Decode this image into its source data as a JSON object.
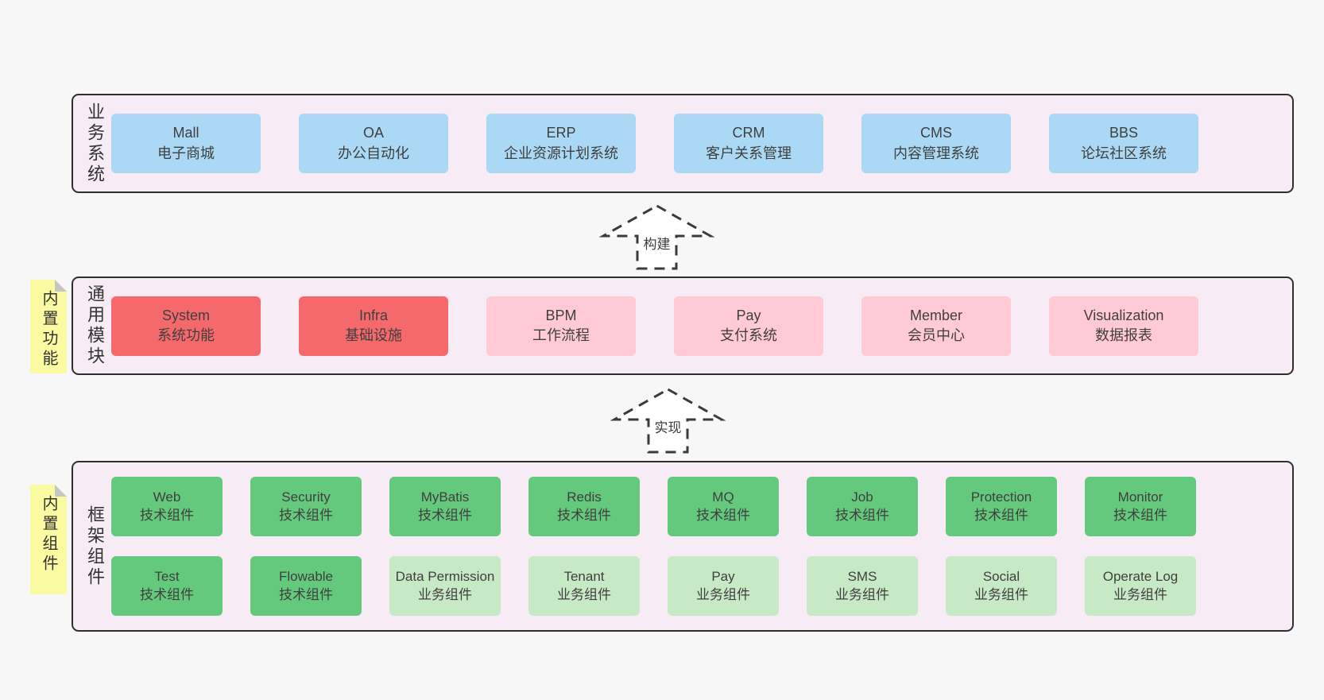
{
  "colors": {
    "page_bg": "#f7f7f7",
    "panel_fill": "#f7ecf5",
    "panel_border": "#2e2e2e",
    "blue": "#abd9f5",
    "red": "#f5696d",
    "pink": "#ffcad3",
    "green": "#65c97d",
    "light_green": "#c8e9c6",
    "note_yellow": "#fafaa2"
  },
  "layers": {
    "business": {
      "label": "业务系统",
      "boxes": [
        {
          "title": "Mall",
          "subtitle": "电子商城"
        },
        {
          "title": "OA",
          "subtitle": "办公自动化"
        },
        {
          "title": "ERP",
          "subtitle": "企业资源计划系统"
        },
        {
          "title": "CRM",
          "subtitle": "客户关系管理"
        },
        {
          "title": "CMS",
          "subtitle": "内容管理系统"
        },
        {
          "title": "BBS",
          "subtitle": "论坛社区系统"
        }
      ]
    },
    "modules": {
      "label": "通用模块",
      "note": "内置功能",
      "boxes": [
        {
          "title": "System",
          "subtitle": "系统功能"
        },
        {
          "title": "Infra",
          "subtitle": "基础设施"
        },
        {
          "title": "BPM",
          "subtitle": "工作流程"
        },
        {
          "title": "Pay",
          "subtitle": "支付系统"
        },
        {
          "title": "Member",
          "subtitle": "会员中心"
        },
        {
          "title": "Visualization",
          "subtitle": "数据报表"
        }
      ]
    },
    "framework": {
      "label": "框架组件",
      "note": "内置组件",
      "rows": [
        [
          {
            "title": "Web",
            "subtitle": "技术组件"
          },
          {
            "title": "Security",
            "subtitle": "技术组件"
          },
          {
            "title": "MyBatis",
            "subtitle": "技术组件"
          },
          {
            "title": "Redis",
            "subtitle": "技术组件"
          },
          {
            "title": "MQ",
            "subtitle": "技术组件"
          },
          {
            "title": "Job",
            "subtitle": "技术组件"
          },
          {
            "title": "Protection",
            "subtitle": "技术组件"
          },
          {
            "title": "Monitor",
            "subtitle": "技术组件"
          }
        ],
        [
          {
            "title": "Test",
            "subtitle": "技术组件"
          },
          {
            "title": "Flowable",
            "subtitle": "技术组件"
          },
          {
            "title": "Data Permission",
            "subtitle": "业务组件"
          },
          {
            "title": "Tenant",
            "subtitle": "业务组件"
          },
          {
            "title": "Pay",
            "subtitle": "业务组件"
          },
          {
            "title": "SMS",
            "subtitle": "业务组件"
          },
          {
            "title": "Social",
            "subtitle": "业务组件"
          },
          {
            "title": "Operate Log",
            "subtitle": "业务组件"
          }
        ]
      ]
    }
  },
  "arrows": {
    "build": {
      "label": "构建"
    },
    "implement": {
      "label": "实现"
    }
  }
}
